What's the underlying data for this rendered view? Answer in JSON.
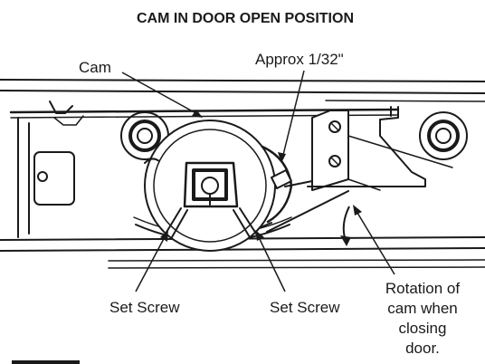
{
  "figure": {
    "title": "CAM IN DOOR OPEN POSITION",
    "labels": {
      "cam": "Cam",
      "gap": "Approx 1/32\"",
      "set_screw_left": "Set Screw",
      "set_screw_right": "Set Screw",
      "rotation_line1": "Rotation of",
      "rotation_line2": "cam when",
      "rotation_line3": "closing",
      "rotation_line4": "door."
    }
  }
}
